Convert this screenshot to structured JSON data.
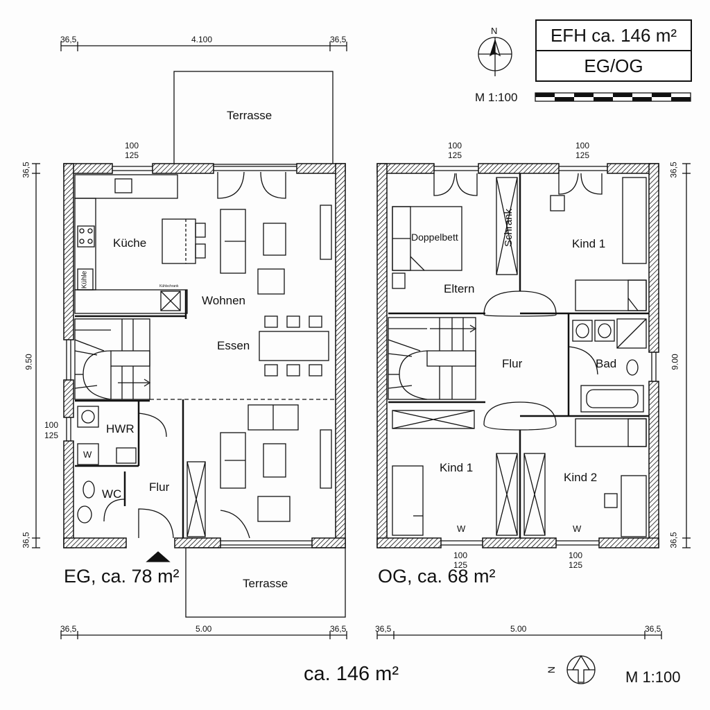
{
  "title_block": {
    "title": "EFH ca. 146 m²",
    "subtitle": "EG/OG",
    "scale_top": "M 1:100",
    "north_top": "N"
  },
  "eg": {
    "caption": "EG, ca. 78 m²",
    "rooms": {
      "terrasse_top": "Terrasse",
      "kueche": "Küche",
      "kuehl": "Kühle",
      "kuehl_small": "Kühlschrank",
      "wohnen": "Wohnen",
      "essen": "Essen",
      "hwr": "HWR",
      "hwr_w": "W",
      "wc": "WC",
      "flur": "Flur",
      "terrasse_bottom": "Terrasse"
    },
    "dims": {
      "top_left": "36,5",
      "top_mid": "4.100",
      "top_right": "36,5",
      "win_a": "100",
      "win_b": "125",
      "side_top": "36,5",
      "side_mid": "9.50",
      "side_win_a": "100",
      "side_win_b": "125",
      "side_bottom": "36,5",
      "bot_left": "36,5",
      "bot_mid": "5.00",
      "bot_right": "36,5"
    }
  },
  "og": {
    "caption": "OG, ca. 68 m²",
    "rooms": {
      "doppelbett": "Doppelbett",
      "schrank": "Schrank",
      "eltern": "Eltern",
      "kind1_top": "Kind 1",
      "flur": "Flur",
      "bad": "Bad",
      "kind1_bottom": "Kind 1",
      "kind2": "Kind 2",
      "w1": "W",
      "w2": "W"
    },
    "dims": {
      "win1_a": "100",
      "win1_b": "125",
      "win2_a": "100",
      "win2_b": "125",
      "side_top": "36,5",
      "side_mid": "9.00",
      "side_bottom": "36,5",
      "bwin1_a": "100",
      "bwin1_b": "125",
      "bwin2_a": "100",
      "bwin2_b": "125",
      "bot_left": "36,5",
      "bot_mid": "5.00",
      "bot_right": "36,5"
    }
  },
  "footer": {
    "total": "ca. 146 m²",
    "north": "N",
    "scale": "M 1:100"
  }
}
